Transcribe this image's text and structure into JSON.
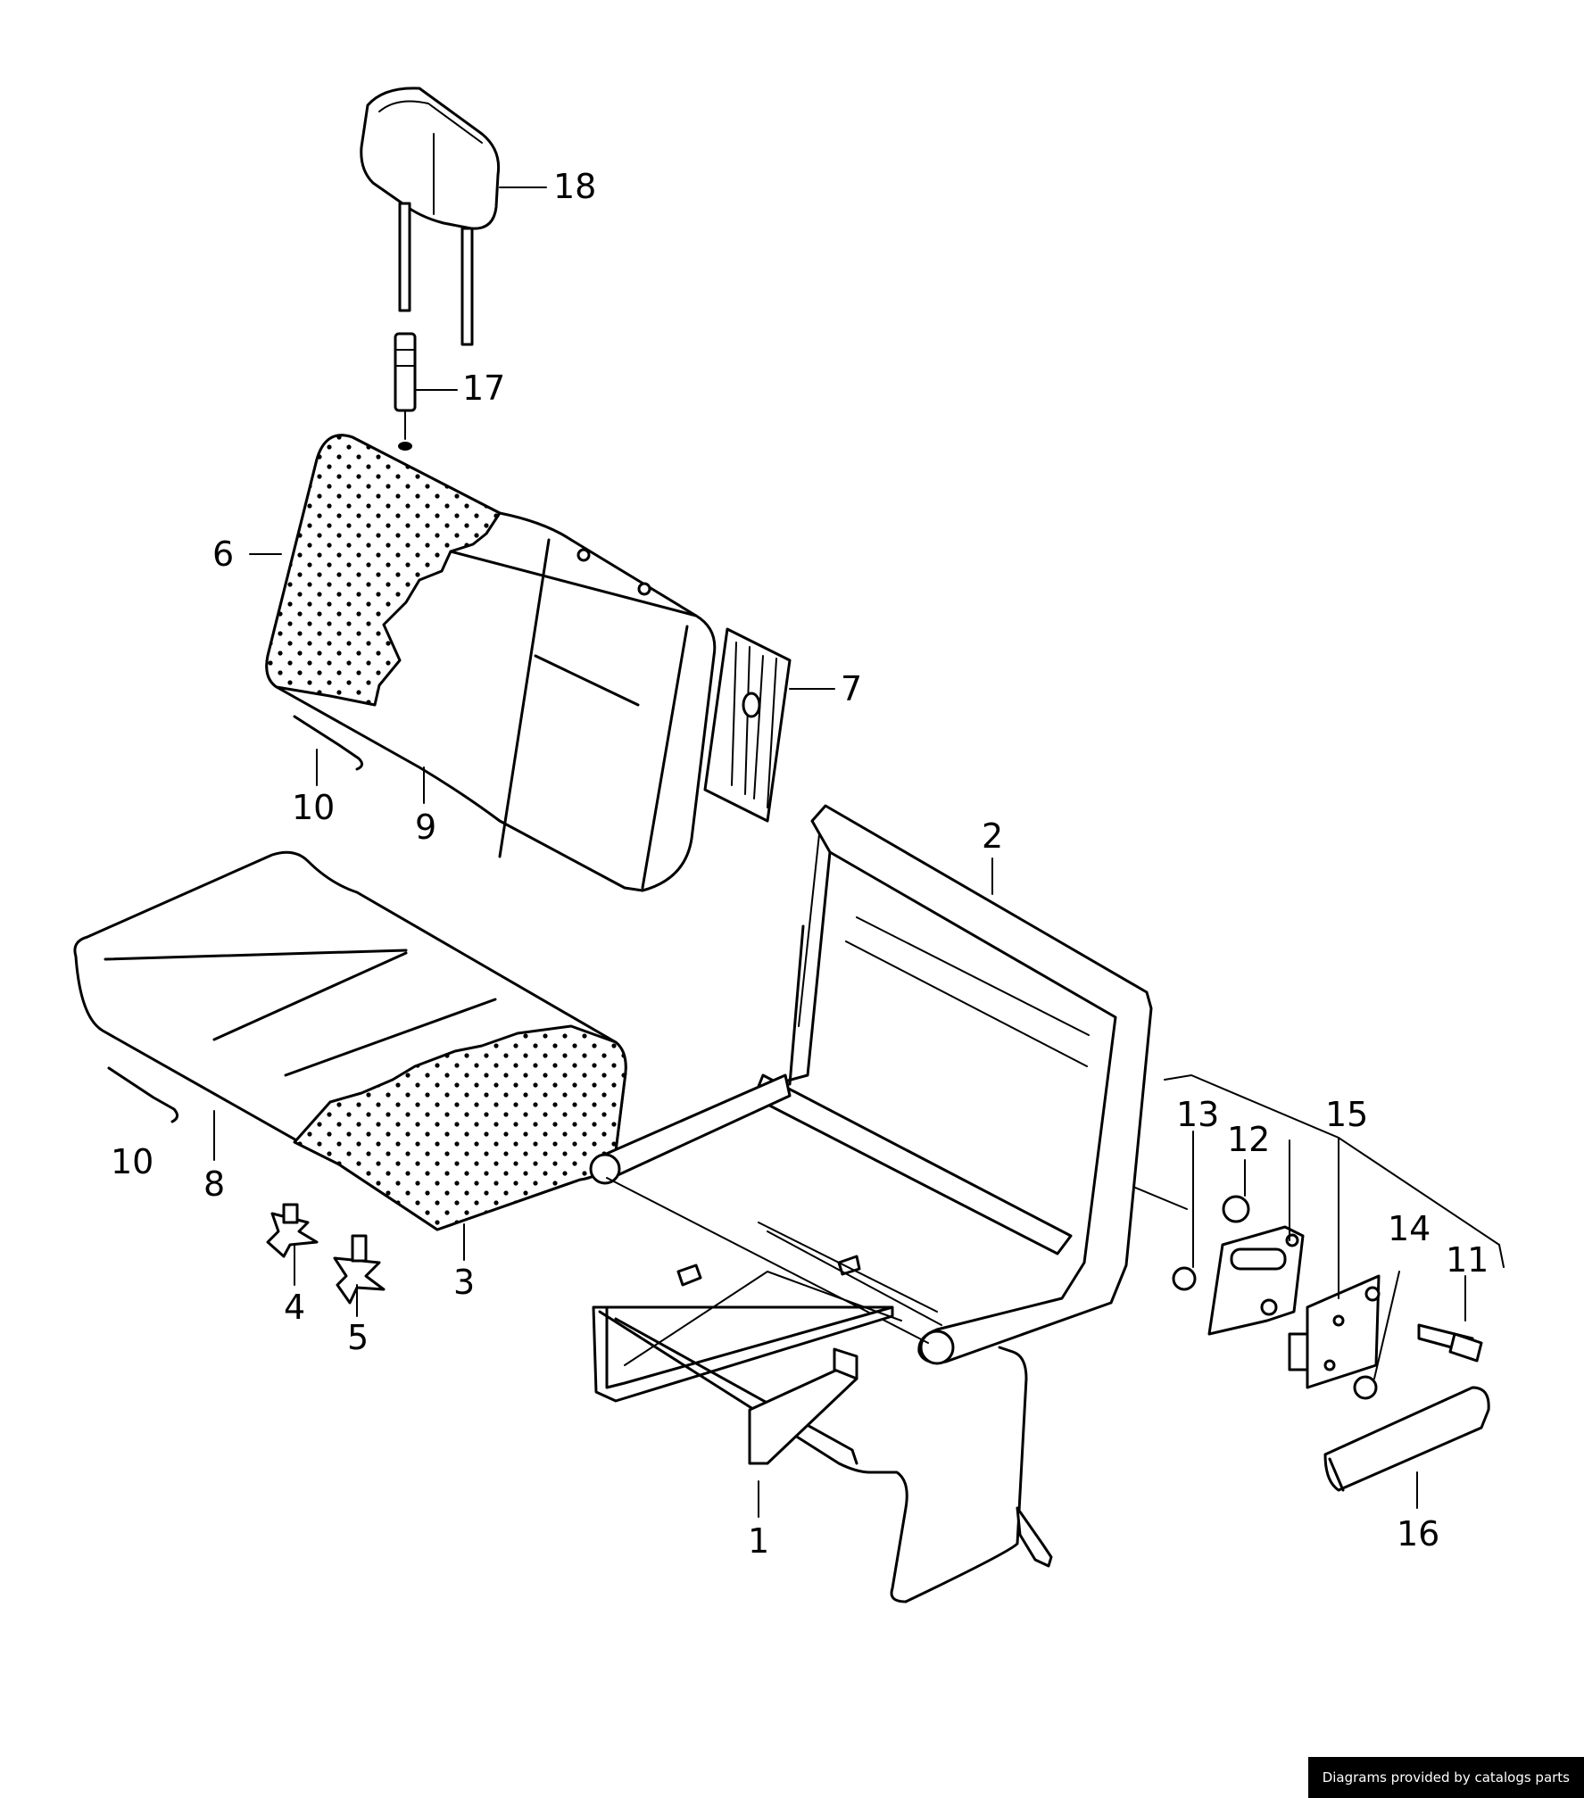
{
  "callouts": [
    "1",
    "2",
    "3",
    "4",
    "5",
    "6",
    "7",
    "8",
    "9",
    "10",
    "10",
    "11",
    "12",
    "13",
    "14",
    "15",
    "16",
    "17",
    "18"
  ],
  "footer": {
    "credit": "Diagrams provided by catalogs parts"
  }
}
